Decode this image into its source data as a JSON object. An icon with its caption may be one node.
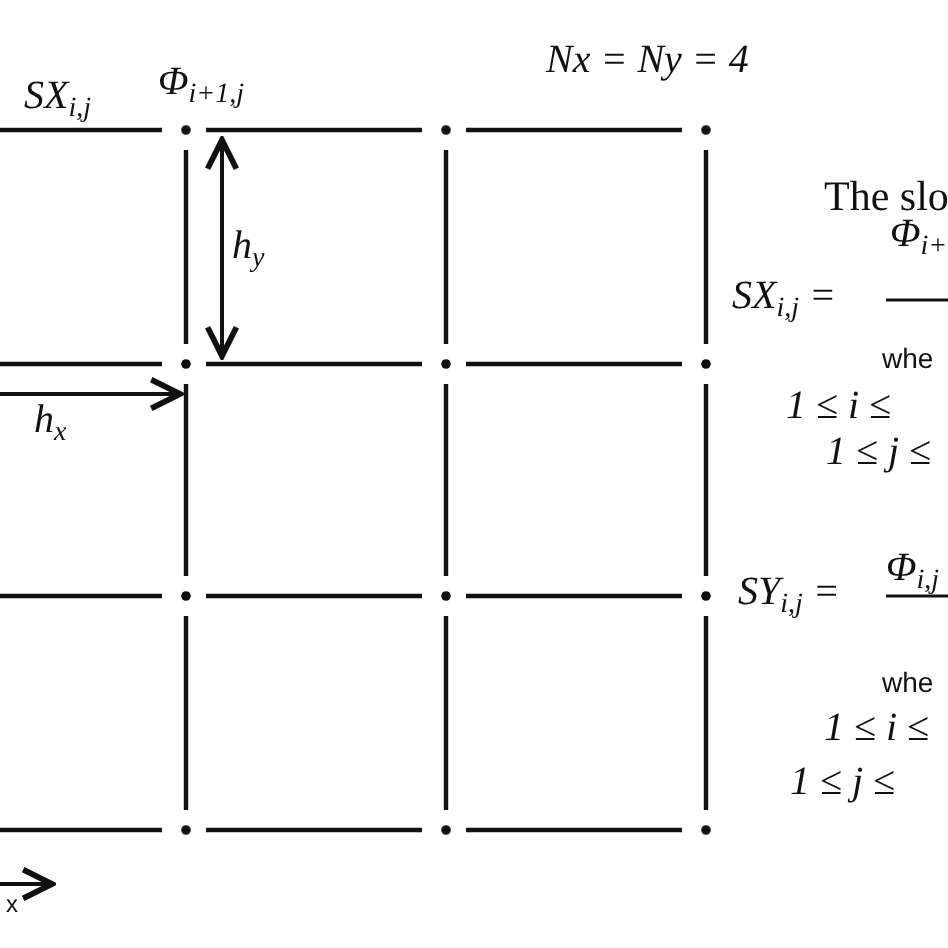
{
  "diagram": {
    "labels": [
      "Nx = Ny = 4",
      "SX$_{i,j}$",
      "Φ$_{i+1,j}$",
      "h$_{y}$",
      "h$_{x}$",
      "x",
      "The slo",
      "SX$_{i,j}$ =",
      "Φ$_{i+}$",
      "whe",
      "1 ≤ i ≤",
      "1 ≤ j ≤",
      "SY$_{i,j}$ =",
      "Φ$_{i,j}$",
      "whe",
      "1 ≤ i ≤",
      "1 ≤ j ≤"
    ]
  }
}
